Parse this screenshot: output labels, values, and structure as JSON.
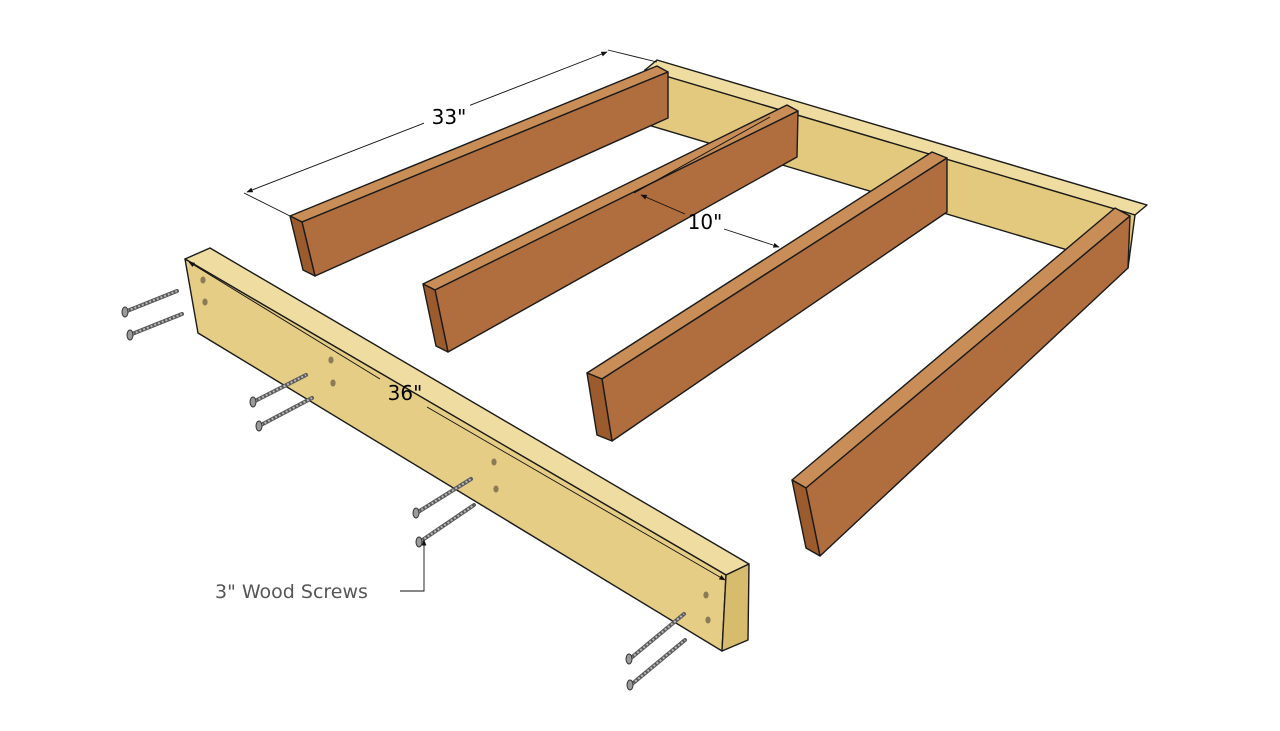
{
  "dimensions": {
    "length_33": "33\"",
    "spacing_10": "10\"",
    "length_36": "36\""
  },
  "callout": {
    "screws": "3\" Wood Screws"
  },
  "colors": {
    "light_wood_top": "#e6cd86",
    "light_wood_side": "#d9be72",
    "dark_wood_face": "#b06d3e",
    "dark_wood_top": "#c58a55",
    "dark_wood_end": "#a2602f",
    "screw": "#8c8c8c",
    "background": "#ffffff"
  }
}
